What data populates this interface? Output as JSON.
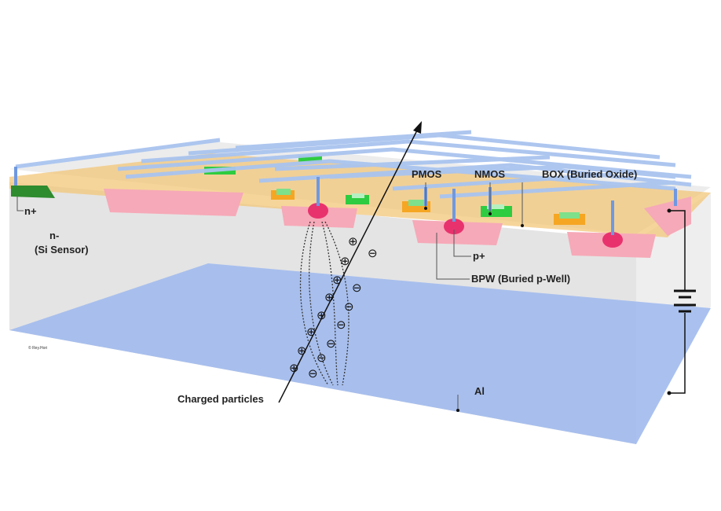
{
  "labels": {
    "n_plus": "n+",
    "n_minus": "n-",
    "si_sensor": "(Si Sensor)",
    "pmos": "PMOS",
    "nmos": "NMOS",
    "box": "BOX (Buried Oxide)",
    "p_plus": "p+",
    "bpw": "BPW (Buried p-Well)",
    "charged_particles": "Charged particles",
    "al": "Al",
    "copyright": "© Rey.Hori"
  },
  "charges": {
    "plus": "⊕",
    "minus": "⊖"
  },
  "colors": {
    "sensor": "#e6e6e6",
    "oxide": "#f3c77a",
    "well": "#f6a9b8",
    "p_plus": "#e8326e",
    "aluminum": "#9db8ee",
    "metal": "#a9c4ef"
  }
}
